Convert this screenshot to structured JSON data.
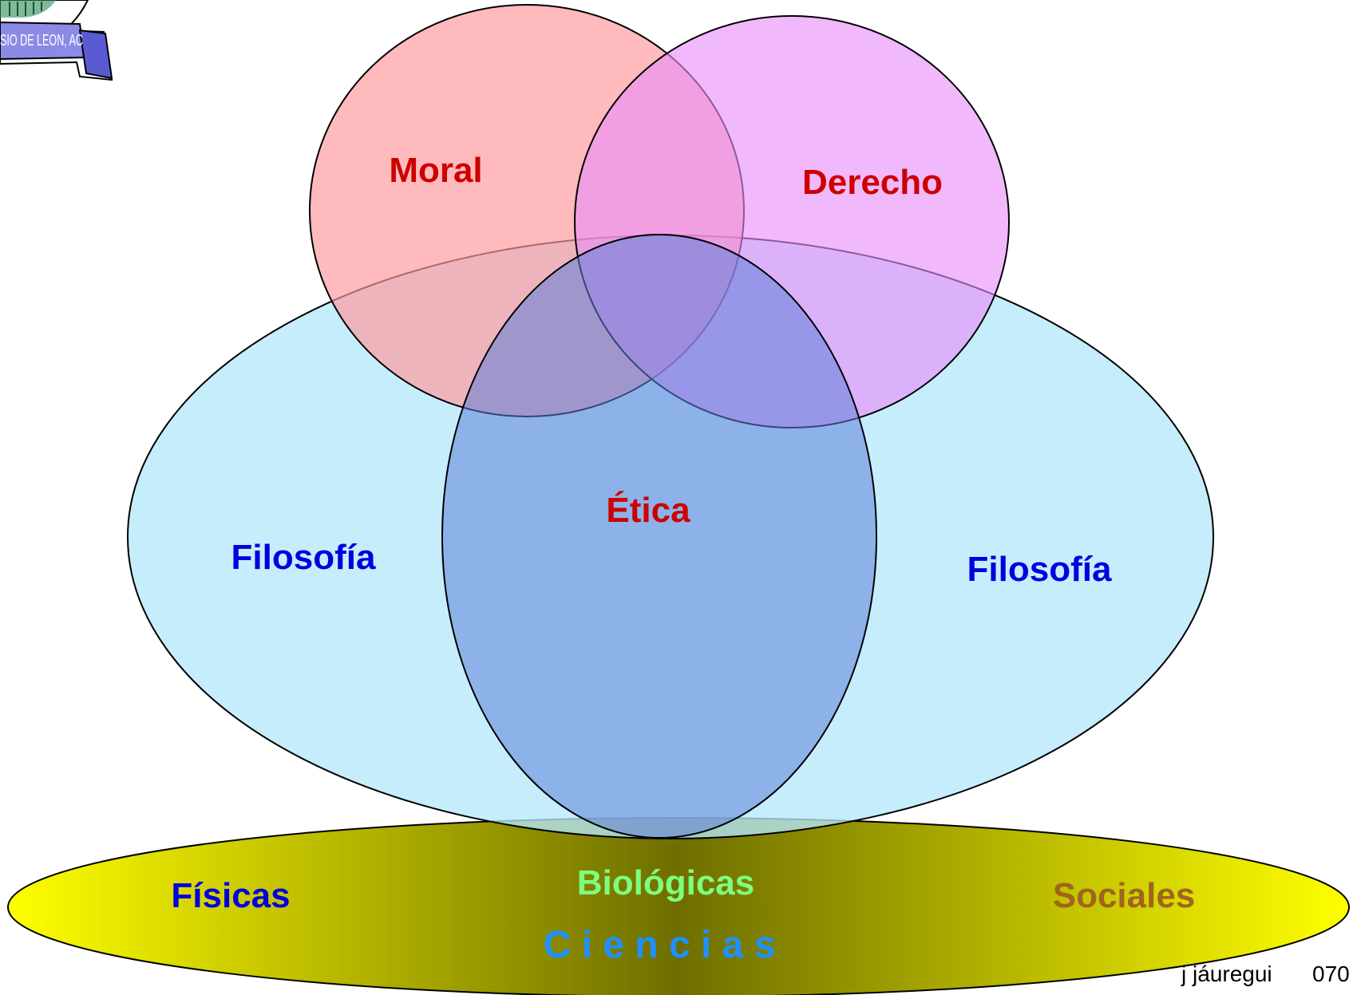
{
  "logo": {
    "text": "SIO DE LEON, AC"
  },
  "labels": {
    "moral": "Moral",
    "derecho": "Derecho",
    "etica": "Ética",
    "filosofia_left": "Filosofía",
    "filosofia_right": "Filosofía",
    "fisicas": "Físicas",
    "biologicas": "Biológicas",
    "sociales": "Sociales",
    "ciencias": "C i e n c i a s"
  },
  "footer": {
    "author": "j jáuregui",
    "page": "070"
  },
  "colors": {
    "moral_fill": "#ff9a9e",
    "derecho_fill": "#e88ef8",
    "filosofia_fill": "#b6e8fb",
    "etica_fill": "#5f7fd9",
    "ciencias_edge": "#ffff00",
    "ciencias_center": "#6e6e00",
    "red_text": "#cc0000",
    "blue_text": "#0000e0",
    "green_text": "#7dff7d",
    "brown_text": "#a0641e",
    "ciencias_text": "#1e90ff",
    "logo_band": "#6b6bd6"
  }
}
